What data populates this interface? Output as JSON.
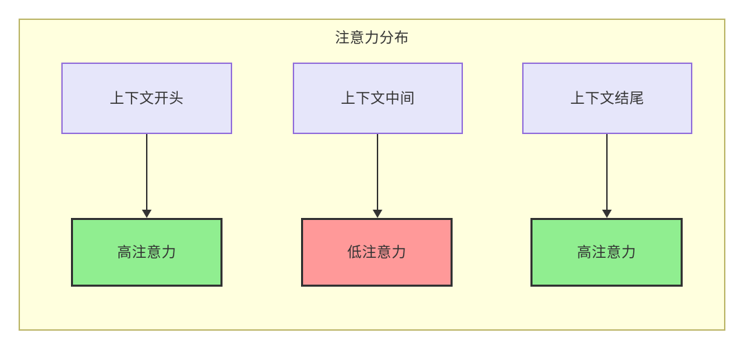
{
  "diagram": {
    "title": "注意力分布",
    "frame": {
      "fill_color": "#FFFFDE",
      "border_color": "#BDB76B"
    },
    "palette": {
      "source_fill": "#E6E6FA",
      "source_border": "#9370DB",
      "high_fill": "#90EE90",
      "low_fill": "#FF9999",
      "node_border": "#333333",
      "text_color": "#333333",
      "edge_color": "#333333"
    },
    "columns": [
      {
        "source": {
          "label": "上下文开头"
        },
        "target": {
          "label": "高注意力",
          "state": "high"
        }
      },
      {
        "source": {
          "label": "上下文中间"
        },
        "target": {
          "label": "低注意力",
          "state": "low"
        }
      },
      {
        "source": {
          "label": "上下文结尾"
        },
        "target": {
          "label": "高注意力",
          "state": "high"
        }
      }
    ]
  }
}
